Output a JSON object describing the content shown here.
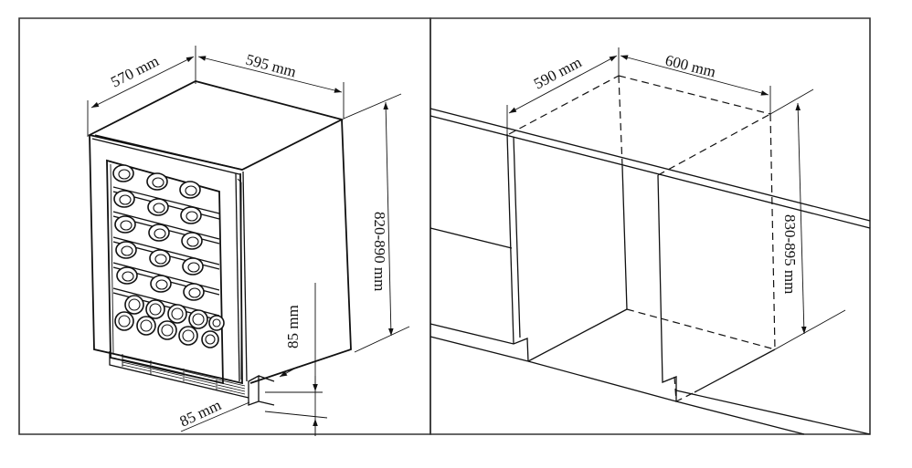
{
  "diagram": {
    "subject": "Built-in wine cooler installation dimensions",
    "colors": {
      "line": "#111111",
      "frame": "#333333",
      "background": "#ffffff"
    },
    "panels": [
      {
        "name": "appliance-dimensions",
        "labels": {
          "depth": "570 mm",
          "width": "595 mm",
          "height": "820-890 mm",
          "ventilation_height": "85 mm",
          "ventilation_depth": "85 mm"
        }
      },
      {
        "name": "cutout-dimensions",
        "labels": {
          "depth": "590 mm",
          "width": "600 mm",
          "height": "830-895 mm"
        }
      }
    ],
    "appliance": {
      "shelves": 5,
      "bottles_per_shelf": 3,
      "bottom_rack_bottles": 11,
      "vent_grille_sections": 4
    }
  }
}
